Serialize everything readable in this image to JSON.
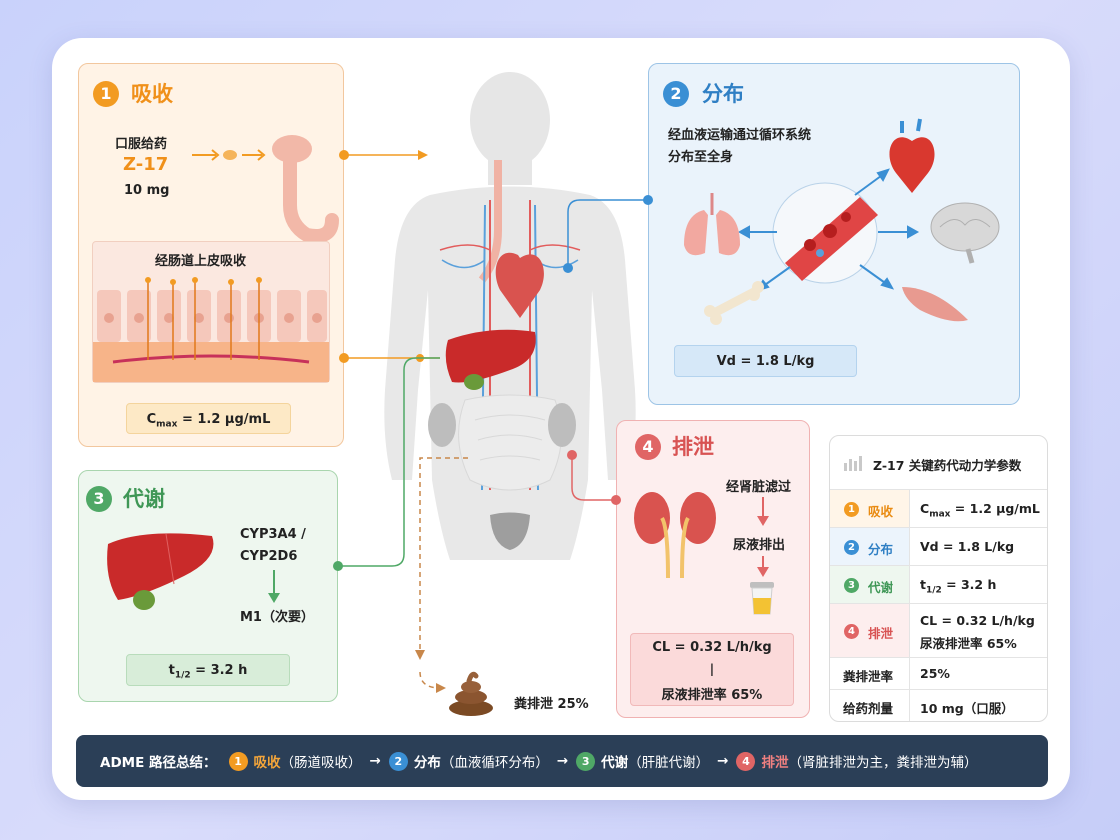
{
  "absorption": {
    "number": "1",
    "title": "吸收",
    "route_label": "口服给药",
    "drug_name": "Z-17",
    "dose": "10 mg",
    "epithelium_label": "经肠道上皮吸收",
    "cmax_prefix": "C",
    "cmax_sub": "max",
    "cmax_suffix": " = 1.2 µg/mL"
  },
  "distribution": {
    "number": "2",
    "title": "分布",
    "description_line1": "经血液运输通过循环系统",
    "description_line2": "分布至全身",
    "vd": "Vd = 1.8 L/kg"
  },
  "metabolism": {
    "number": "3",
    "title": "代谢",
    "enzyme_line1": "CYP3A4 /",
    "enzyme_line2": "CYP2D6",
    "metabolite": "M1（次要）",
    "half_life_prefix": "t",
    "half_life_sub": "1/2",
    "half_life_suffix": " = 3.2 h"
  },
  "excretion": {
    "number": "4",
    "title": "排泄",
    "step1": "经肾脏滤过",
    "step2": "尿液排出",
    "cl_line1": "CL = 0.32 L/h/kg",
    "cl_sep": "|",
    "cl_line2": "尿液排泄率 65%",
    "fecal": "粪排泄 25%"
  },
  "table": {
    "title": "Z-17 关键药代动力学参数",
    "rows": [
      {
        "num": "1",
        "label": "吸收",
        "value_prefix": "C",
        "value_sub": "max",
        "value_suffix": " = 1.2 µg/mL"
      },
      {
        "num": "2",
        "label": "分布",
        "value": "Vd = 1.8 L/kg"
      },
      {
        "num": "3",
        "label": "代谢",
        "value_prefix": "t",
        "value_sub": "1/2",
        "value_suffix": " = 3.2 h"
      },
      {
        "num": "4",
        "label": "排泄",
        "value_line1": "CL = 0.32 L/h/kg",
        "value_line2": "尿液排泄率 65%"
      },
      {
        "label": "粪排泄率",
        "value": "25%"
      },
      {
        "label": "给药剂量",
        "value": "10 mg（口服）"
      }
    ]
  },
  "summary": {
    "lead": "ADME 路径总结：",
    "items": [
      {
        "num": "1",
        "label": "吸收",
        "detail": "（肠道吸收）"
      },
      {
        "num": "2",
        "label": "分布",
        "detail": "（血液循环分布）"
      },
      {
        "num": "3",
        "label": "代谢",
        "detail": "（肝脏代谢）"
      },
      {
        "num": "4",
        "label": "排泄",
        "detail": "（肾脏排泄为主，粪排泄为辅）"
      }
    ],
    "arrow": "→"
  },
  "colors": {
    "absorption": "#f29b22",
    "distribution": "#3a8fd4",
    "metabolism": "#4fa866",
    "excretion": "#e06565",
    "bar_bg": "#2b3f57"
  },
  "icons": [
    "body-silhouette-icon",
    "heart-icon",
    "liver-icon",
    "kidney-icon",
    "lung-icon",
    "brain-icon",
    "bone-icon",
    "muscle-icon",
    "blood-vessel-icon",
    "urine-cup-icon",
    "stool-icon",
    "chart-icon",
    "intestinal-epithelium-icon",
    "pill-icon",
    "stomach-icon"
  ]
}
